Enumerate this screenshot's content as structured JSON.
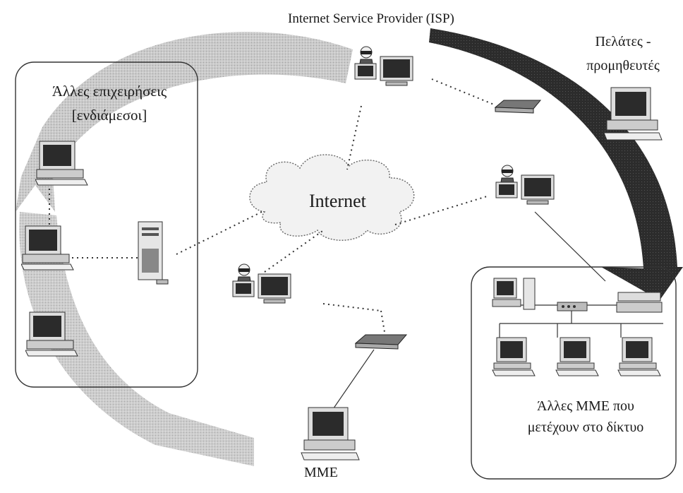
{
  "labels": {
    "isp": "Internet Service Provider (ISP)",
    "clients_line1": "Πελάτες -",
    "clients_line2": "προμηθευτές",
    "intermediaries_line1": "Άλλες επιχειρήσεις",
    "intermediaries_line2": "[ενδιάμεσοι]",
    "internet": "Internet",
    "sme_network_line1": "Άλλες ΜΜΕ που",
    "sme_network_line2": "μετέχουν στο δίκτυο",
    "sme": "ΜΜΕ"
  },
  "colors": {
    "light_arrow": "#b8b8b8",
    "dark_arrow": "#2a2a2a",
    "outline": "#333333",
    "screen": "#2b2b2b"
  },
  "icons": [
    "user-workstation-icon",
    "computer-icon",
    "modem-icon",
    "server-tower-icon",
    "cloud-icon",
    "network-hub-icon"
  ]
}
